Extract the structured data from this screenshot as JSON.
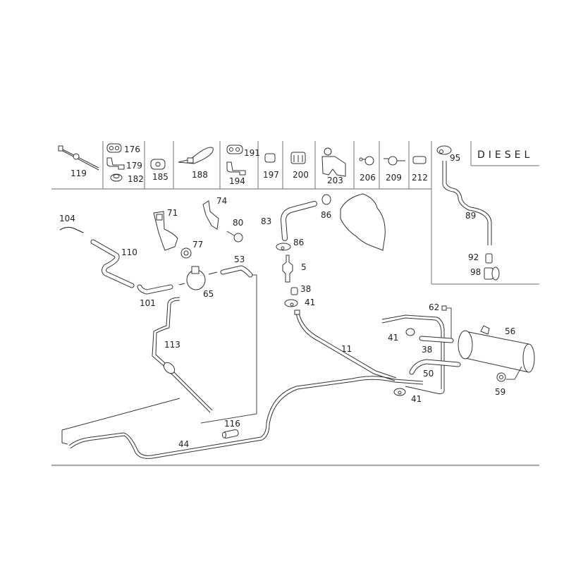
{
  "diagram": {
    "variant_label": "DIESEL",
    "small_parts_row": [
      {
        "id": "119",
        "icon": "cable-tie-icon"
      },
      {
        "id": "176",
        "icon": "double-clip-icon"
      },
      {
        "id": "179",
        "icon": "bracket-clip-icon"
      },
      {
        "id": "182",
        "icon": "nut-icon"
      },
      {
        "id": "185",
        "icon": "clip-icon"
      },
      {
        "id": "188",
        "icon": "strap-tie-icon"
      },
      {
        "id": "191",
        "icon": "double-clip-icon"
      },
      {
        "id": "194",
        "icon": "bracket-clip-icon"
      },
      {
        "id": "197",
        "icon": "clip-icon"
      },
      {
        "id": "200",
        "icon": "multi-clip-icon"
      },
      {
        "id": "203",
        "icon": "holder-bracket-icon"
      },
      {
        "id": "206",
        "icon": "hose-clamp-icon"
      },
      {
        "id": "209",
        "icon": "hose-clamp-icon"
      },
      {
        "id": "212",
        "icon": "clip-icon"
      }
    ],
    "diesel_inset": [
      {
        "id": "95",
        "icon": "clamp-icon"
      },
      {
        "id": "89",
        "icon": "pipe-icon"
      },
      {
        "id": "92",
        "icon": "sleeve-icon"
      },
      {
        "id": "98",
        "icon": "cap-icon"
      }
    ],
    "main_parts": [
      {
        "id": "104",
        "name": "hose"
      },
      {
        "id": "110",
        "name": "hose"
      },
      {
        "id": "101",
        "name": "hose"
      },
      {
        "id": "71",
        "name": "bracket"
      },
      {
        "id": "74",
        "name": "bracket"
      },
      {
        "id": "80",
        "name": "bolt"
      },
      {
        "id": "77",
        "name": "nut"
      },
      {
        "id": "53",
        "name": "hose"
      },
      {
        "id": "65",
        "name": "valve"
      },
      {
        "id": "113",
        "name": "line"
      },
      {
        "id": "83",
        "name": "hose"
      },
      {
        "id": "86a",
        "label": "86",
        "name": "clamp"
      },
      {
        "id": "86b",
        "label": "86",
        "name": "clamp"
      },
      {
        "id": "5",
        "name": "check-valve"
      },
      {
        "id": "38a",
        "label": "38",
        "name": "sleeve"
      },
      {
        "id": "41a",
        "label": "41",
        "name": "clamp"
      },
      {
        "id": "11",
        "name": "line"
      },
      {
        "id": "62",
        "name": "plug"
      },
      {
        "id": "41b",
        "label": "41",
        "name": "clamp"
      },
      {
        "id": "38b",
        "label": "38",
        "name": "hose"
      },
      {
        "id": "50",
        "name": "hose"
      },
      {
        "id": "41c",
        "label": "41",
        "name": "clamp"
      },
      {
        "id": "56",
        "name": "canister"
      },
      {
        "id": "59",
        "name": "nut"
      },
      {
        "id": "116",
        "name": "sleeve"
      },
      {
        "id": "44",
        "name": "line"
      }
    ]
  }
}
